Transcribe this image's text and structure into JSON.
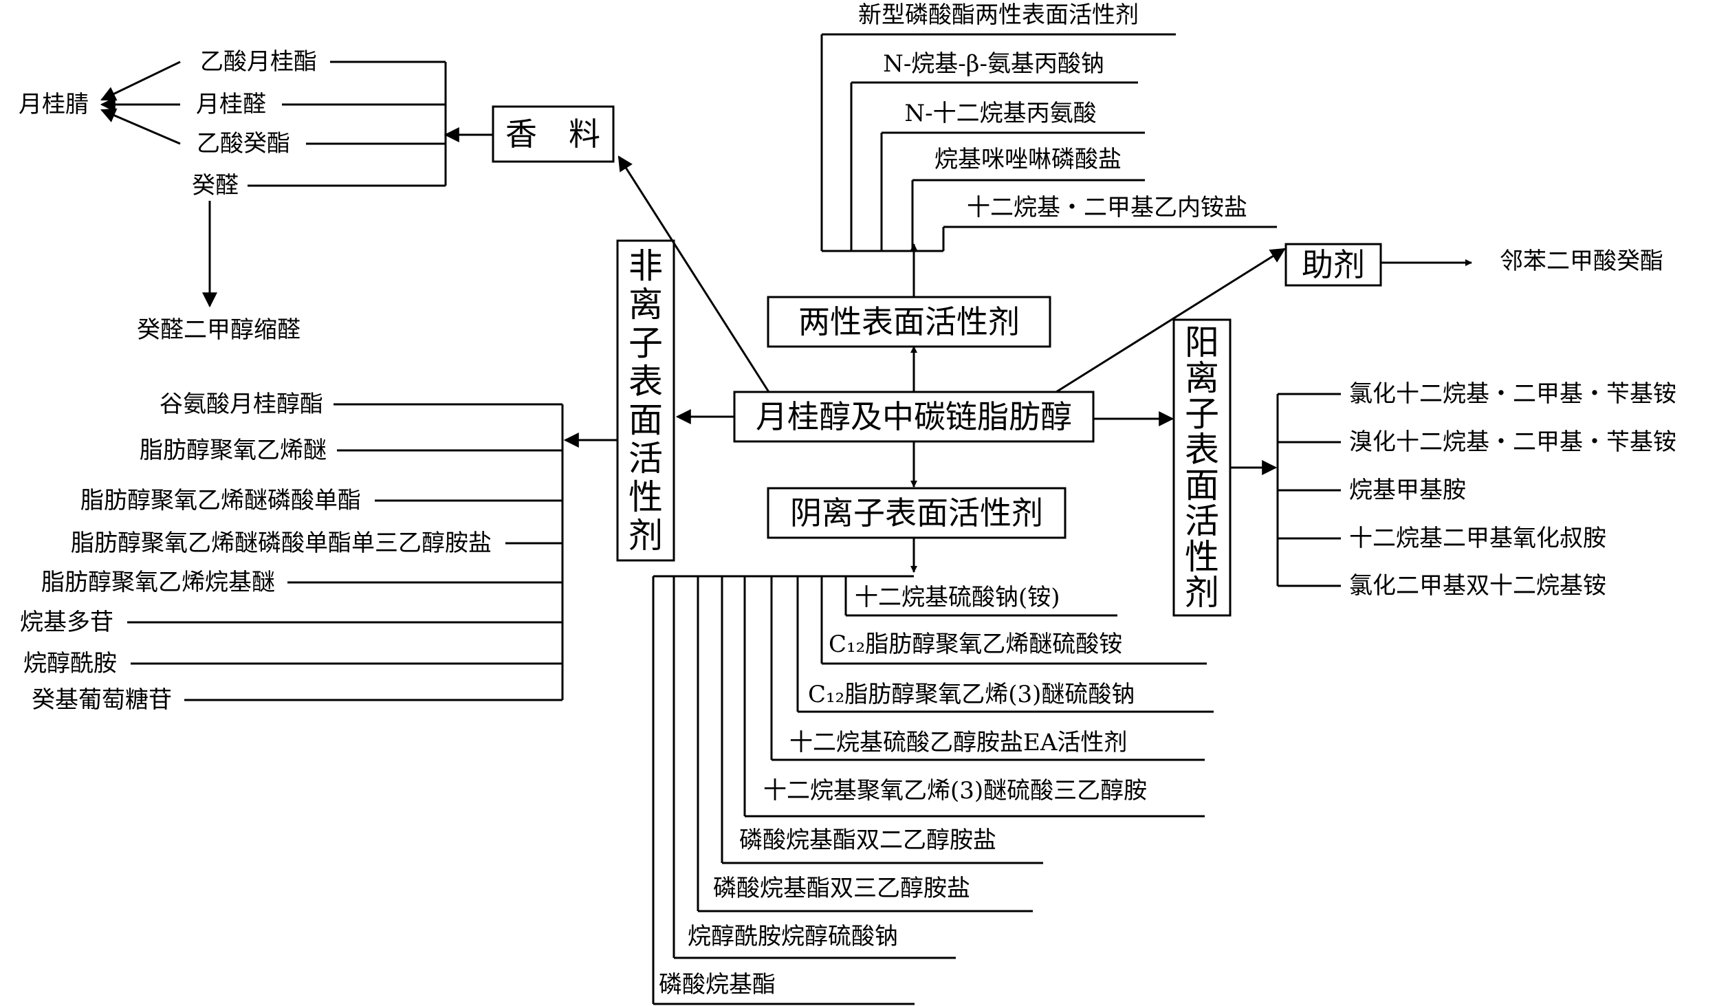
{
  "center": "月桂醇及中碳链脂肪醇",
  "fragrance": {
    "box": "香　料",
    "items": [
      "乙酸月桂酯",
      "月桂醛",
      "乙酸癸酯",
      "癸醛"
    ],
    "nitrile": "月桂腈",
    "acetal": "癸醛二甲醇缩醛"
  },
  "amphoteric": {
    "box": "两性表面活性剂",
    "items": [
      "新型磷酸酯两性表面活性剂",
      "N-烷基-β-氨基丙酸钠",
      "N-十二烷基丙氨酸",
      "烷基咪唑啉磷酸盐",
      "十二烷基・二甲基乙内铵盐"
    ]
  },
  "additive": {
    "box": "助剂",
    "item": "邻苯二甲酸癸酯"
  },
  "nonionic": {
    "box": [
      "非",
      "离",
      "子",
      "表",
      "面",
      "活",
      "性",
      "剂"
    ],
    "items": [
      "谷氨酸月桂醇酯",
      "脂肪醇聚氧乙烯醚",
      "脂肪醇聚氧乙烯醚磷酸单酯",
      "脂肪醇聚氧乙烯醚磷酸单酯单三乙醇胺盐",
      "脂肪醇聚氧乙烯烷基醚",
      "烷基多苷",
      "烷醇酰胺",
      "癸基葡萄糖苷"
    ]
  },
  "cationic": {
    "box": [
      "阳",
      "离",
      "子",
      "表",
      "面",
      "活",
      "性",
      "剂"
    ],
    "items": [
      "氯化十二烷基・二甲基・苄基铵",
      "溴化十二烷基・二甲基・苄基铵",
      "烷基甲基胺",
      "十二烷基二甲基氧化叔胺",
      "氯化二甲基双十二烷基铵"
    ]
  },
  "anionic": {
    "box": "阴离子表面活性剂",
    "items": [
      "十二烷基硫酸钠(铵)",
      "C₁₂脂肪醇聚氧乙烯醚硫酸铵",
      "C₁₂脂肪醇聚氧乙烯(3)醚硫酸钠",
      "十二烷基硫酸乙醇胺盐EA活性剂",
      "十二烷基聚氧乙烯(3)醚硫酸三乙醇胺",
      "磷酸烷基酯双二乙醇胺盐",
      "磷酸烷基酯双三乙醇胺盐",
      "烷醇酰胺烷醇硫酸钠",
      "磷酸烷基酯"
    ]
  }
}
